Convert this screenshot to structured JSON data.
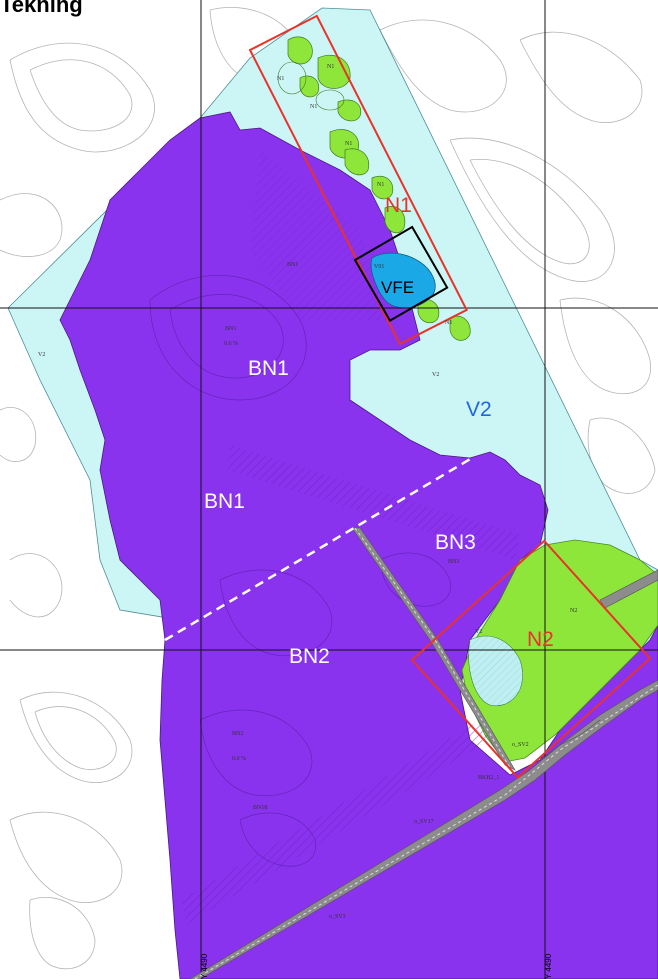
{
  "heading": "Tekning",
  "zones": {
    "bn1_north": "BN1",
    "bn1_south": "BN1",
    "bn2": "BN2",
    "bn3": "BN3",
    "v2": "V2",
    "vfe": "VFE",
    "n1": "N1",
    "n2": "N2"
  },
  "coords": {
    "left": "Y 4490",
    "right": "Y 4490"
  },
  "colors": {
    "water": "#ccf6f6",
    "building_zone": "#8a33ee",
    "nature": "#8ee63a",
    "vfe_fill": "#1aa8e6",
    "frame_red": "#e8322a",
    "label_red": "#e8322a",
    "label_blue": "#2266dd",
    "road": "#8c8c8c"
  }
}
